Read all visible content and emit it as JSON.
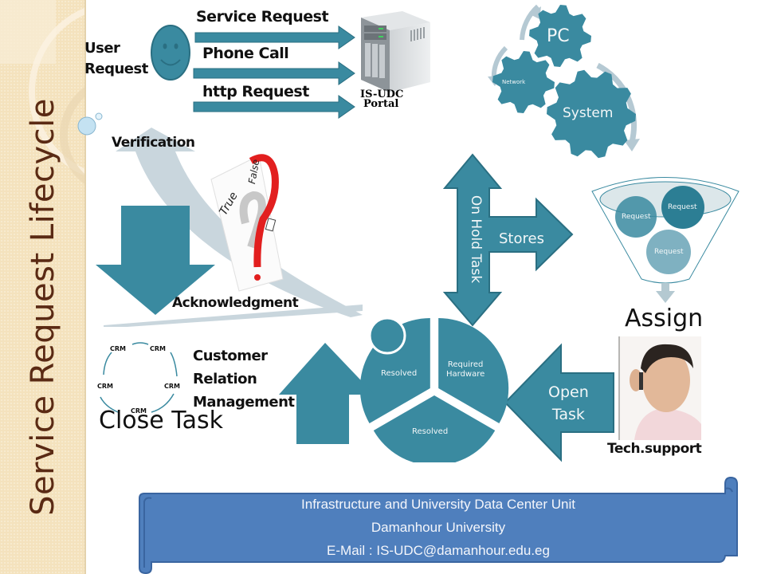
{
  "slide": {
    "title": "Service Request Lifecycle",
    "colors": {
      "teal": "#3a8aa0",
      "teal_dark": "#2a6f82",
      "light_arrow": "#c9d6dd",
      "sidebar": "#f4e2bd",
      "title_text": "#5a2a14",
      "banner": "#4f7fbd",
      "question_mark": "#e21f1f"
    }
  },
  "user_request": {
    "label_line1": "User",
    "label_line2": "Request",
    "icon": "smiley-face-icon"
  },
  "channels": [
    {
      "label": "Service Request"
    },
    {
      "label": "Phone Call"
    },
    {
      "label": "http Request"
    }
  ],
  "portal": {
    "icon": "server-icon",
    "label_line1": "IS-UDC",
    "label_line2": "Portal"
  },
  "gears": [
    {
      "label": "PC"
    },
    {
      "label": "Network"
    },
    {
      "label": "System"
    }
  ],
  "verification": {
    "label": "Verification",
    "true_false": {
      "true_label": "True",
      "false_label": "False"
    }
  },
  "acknowledgment": {
    "label": "Acknowledgment"
  },
  "on_hold": {
    "label": "On Hold Task",
    "branch_label": "Stores"
  },
  "funnel": {
    "items": [
      {
        "label": "Request"
      },
      {
        "label": "Request"
      },
      {
        "label": "Request"
      }
    ]
  },
  "assign": {
    "label": "Assign"
  },
  "tech_support": {
    "label": "Tech.support",
    "photo": "tech-support-person-photo"
  },
  "open_task": {
    "label_line1": "Open",
    "label_line2": "Task"
  },
  "status_cycle": {
    "segments": [
      {
        "label": "Resolved"
      },
      {
        "label_line1": "Required",
        "label_line2": "Hardware"
      },
      {
        "label": "Resolved"
      }
    ]
  },
  "crm": {
    "nodes": [
      "CRM",
      "CRM",
      "CRM",
      "CRM",
      "CRM"
    ],
    "title_line1": "Customer",
    "title_line2": "Relation",
    "title_line3": "Management"
  },
  "close_task": {
    "label": "Close Task"
  },
  "footer": {
    "line1": "Infrastructure and University Data Center Unit",
    "line2": "Damanhour University",
    "line3": "E-Mail : IS-UDC@damanhour.edu.eg"
  }
}
